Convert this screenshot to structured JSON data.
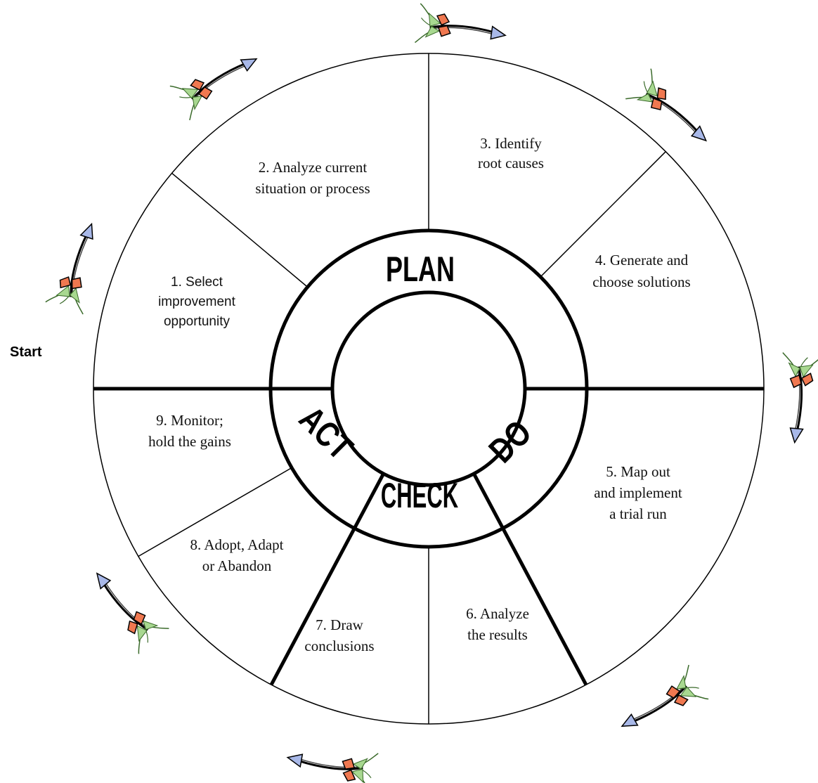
{
  "start_label": "Start",
  "phases": {
    "plan": "PLAN",
    "do": "DO",
    "check": "CHECK",
    "act": "ACT"
  },
  "steps": [
    {
      "id": "step-1",
      "lines": [
        "1.  Select",
        "improvement",
        "opportunity"
      ]
    },
    {
      "id": "step-2",
      "lines": [
        "2.  Analyze current",
        "situation or process"
      ]
    },
    {
      "id": "step-3",
      "lines": [
        "3.  Identify",
        "root causes"
      ]
    },
    {
      "id": "step-4",
      "lines": [
        "4.  Generate and",
        "choose solutions"
      ]
    },
    {
      "id": "step-5",
      "lines": [
        "5.  Map out",
        "and implement",
        "a trial run"
      ]
    },
    {
      "id": "step-6",
      "lines": [
        "6.  Analyze",
        "the results"
      ]
    },
    {
      "id": "step-7",
      "lines": [
        "7.  Draw",
        "conclusions"
      ]
    },
    {
      "id": "step-8",
      "lines": [
        "8.  Adopt, Adapt",
        "or Abandon"
      ]
    },
    {
      "id": "step-9",
      "lines": [
        "9.  Monitor;",
        "hold the gains"
      ]
    }
  ],
  "colors": {
    "line": "#000000",
    "arrow_feather": "#f07850",
    "arrow_leaf": "#a8d890",
    "arrow_head": "#a8b8e8"
  },
  "icons": [
    "arrow-icon"
  ]
}
